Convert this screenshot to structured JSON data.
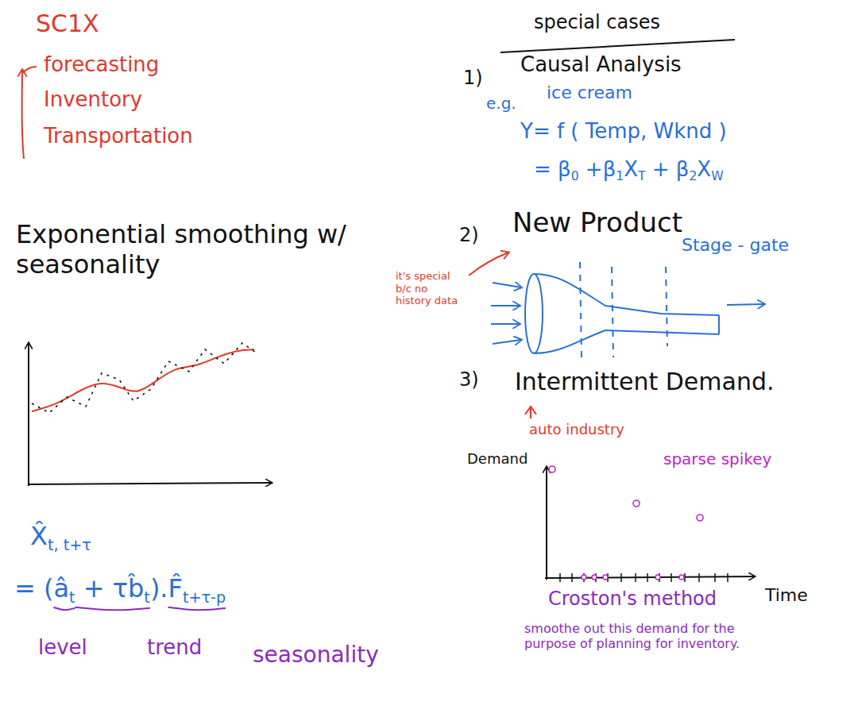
{
  "diagram": {
    "labels": [
      "SC1X",
      "forecasting",
      "Inventory",
      "Transportation",
      "Exponential smoothing w/ seasonality",
      "X̂",
      "t, t+τ",
      "= (",
      "â",
      "t",
      " + τ",
      "b̂",
      "t",
      ").",
      "F̂",
      "t+τ-p",
      "level",
      "trend",
      "seasonality",
      "special cases",
      "1)",
      "Causal Analysis",
      "e.g.",
      "ice cream",
      "Y= f ( Temp, Wknd )",
      "= β",
      "0",
      " +β",
      "1",
      "X",
      "T",
      " + β",
      "2",
      "X",
      "W",
      "2)",
      "New Product",
      "Stage - gate",
      "it's special b/c no history data",
      "3)",
      "Intermittent Demand.",
      "auto industry",
      "Demand",
      "sparse spikey",
      "Croston's method",
      "Time",
      "smoothe out this demand for the purpose of planning for inventory."
    ]
  }
}
